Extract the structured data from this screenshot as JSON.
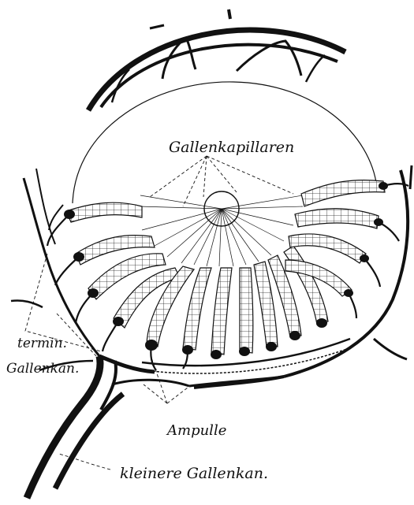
{
  "labels": {
    "gallenkapillaren": "Gallenkapillaren",
    "termin_line1": "termin.",
    "termin_line2": "Gallenkan.",
    "ampulle": "Ampulle",
    "kleinere": "kleinere Gallenkan."
  },
  "colors": {
    "ink": "#111111",
    "background": "#ffffff"
  }
}
